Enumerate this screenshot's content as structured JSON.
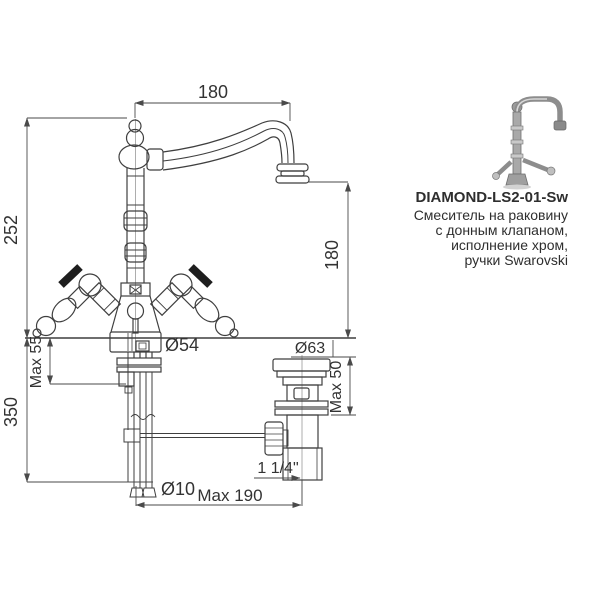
{
  "product": {
    "code": "DIAMOND-LS2-01-Sw",
    "description_lines": [
      "Смеситель на раковину",
      "с донным клапаном,",
      "исполнение хром,",
      "ручки Swarovski"
    ]
  },
  "dimensions": {
    "spout_reach_top": "180",
    "height_total_left": "252",
    "spout_height_right": "180",
    "max_deck_thickness": "Max 55",
    "below_deck_height": "350",
    "base_diameter": "Ø54",
    "drain_flange_diameter": "Ø63",
    "drain_max_depth": "Max 50",
    "rod_diameter": "Ø10",
    "drain_thread_size": "1 1/4\"",
    "max_rod_reach": "Max 190"
  },
  "colors": {
    "part_line": "#3f3f3f",
    "dimension_line": "#4a4a4a",
    "label_text": "#333333",
    "crystal_dark": "#1e1e1e",
    "background": "#ffffff"
  }
}
